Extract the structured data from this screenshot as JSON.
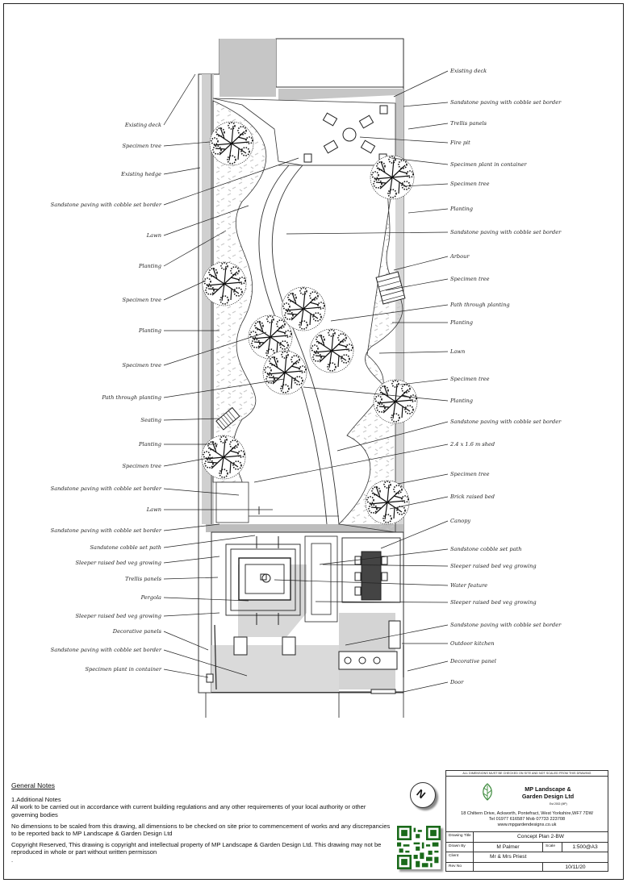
{
  "labels_left": [
    {
      "text": "Existing deck"
    },
    {
      "text": "Specimen tree"
    },
    {
      "text": "Existing hedge"
    },
    {
      "text": "Sandstone paving with cobble set border"
    },
    {
      "text": "Lawn"
    },
    {
      "text": "Planting"
    },
    {
      "text": "Specimen tree"
    },
    {
      "text": "Planting"
    },
    {
      "text": "Specimen tree"
    },
    {
      "text": "Path through planting"
    },
    {
      "text": "Seating"
    },
    {
      "text": "Planting"
    },
    {
      "text": "Specimen tree"
    },
    {
      "text": "Sandstone paving with cobble set border"
    },
    {
      "text": "Lawn"
    },
    {
      "text": "Sandstone paving with cobble set border"
    },
    {
      "text": "Sandstone cobble set path"
    },
    {
      "text": "Sleeper raised bed veg growing"
    },
    {
      "text": "Trellis panels"
    },
    {
      "text": "Pergola"
    },
    {
      "text": "Sleeper raised bed veg growing"
    },
    {
      "text": "Decorative panels"
    },
    {
      "text": "Sandstone paving with cobble set border"
    },
    {
      "text": "Specimen plant in container"
    }
  ],
  "labels_right": [
    {
      "text": "Existing deck"
    },
    {
      "text": "Sandstone paving with cobble set border"
    },
    {
      "text": "Trellis panels"
    },
    {
      "text": "Fire pit"
    },
    {
      "text": "Specimen plant in container"
    },
    {
      "text": "Specimen tree"
    },
    {
      "text": "Planting"
    },
    {
      "text": "Sandstone paving with cobble set border"
    },
    {
      "text": "Arbour"
    },
    {
      "text": "Specimen tree"
    },
    {
      "text": "Path through planting"
    },
    {
      "text": "Planting"
    },
    {
      "text": "Lawn"
    },
    {
      "text": "Specimen tree"
    },
    {
      "text": "Planting"
    },
    {
      "text": "Sandstone paving with cobble set border"
    },
    {
      "text": "2.4 x 1.6 m shed"
    },
    {
      "text": "Specimen tree"
    },
    {
      "text": "Brick raised bed"
    },
    {
      "text": "Canopy"
    },
    {
      "text": "Sandstone cobble set path"
    },
    {
      "text": "Sleeper raised bed veg growing"
    },
    {
      "text": "Water feature"
    },
    {
      "text": "Sleeper raised bed veg growing"
    },
    {
      "text": "Sandstone paving with cobble set border"
    },
    {
      "text": "Outdoor kitchen"
    },
    {
      "text": "Decorative panel"
    },
    {
      "text": "Door"
    }
  ],
  "notes": {
    "heading": "General Notes",
    "n1_title": "1.Additional Notes",
    "n1_body": "All work to be carried out in accordance with current building regulations and any other requirements of your local authority or other governing bodies",
    "n2": "No dimensions to be scaled from this drawing, all dimensions to be checked on site prior to commencement of works and any discrepancies to be reported back to MP Landscape & Garden Design Ltd",
    "n3": "Copyright Reserved, This drawing is copyright and intellectual property of MP Landscape & Garden Design Ltd. This drawing may not be reproduced in whole or part without written permisson",
    "dot": "."
  },
  "north_arrow": {
    "letter": "N"
  },
  "title_block": {
    "disclaimer": "ALL DIMENSIONS MUST BE CHECKED ON SITE AND NOT SCALED FROM THIS DRAWING",
    "company_line1": "MP Landscape &",
    "company_line2": "Garden Design Ltd",
    "tagline": "Est 2002 (MP)",
    "address": "18 Chiltern Drive, Ackworth, Pontefract, West Yorkshire,WF7 7DW",
    "phones": "Tel 01977 616587   Mob 07733 223708",
    "web": "www.mpgardendesigns.co.uk",
    "drawing_title_label": "Drawing Title",
    "drawing_title": "Concept Plan 2-BW",
    "drawn_by_label": "Drawn By",
    "drawn_by": "M Palmer",
    "scale_label": "Scale",
    "scale": "1:500@A3",
    "client_label": "Client",
    "client": "Mr & Mrs Priest",
    "rev_label": "Rev No",
    "date": "10/11/20"
  },
  "colors": {
    "shadow": "#b8b8b8",
    "line": "#2a2a2a",
    "logo_green": "#3c8a3c"
  }
}
